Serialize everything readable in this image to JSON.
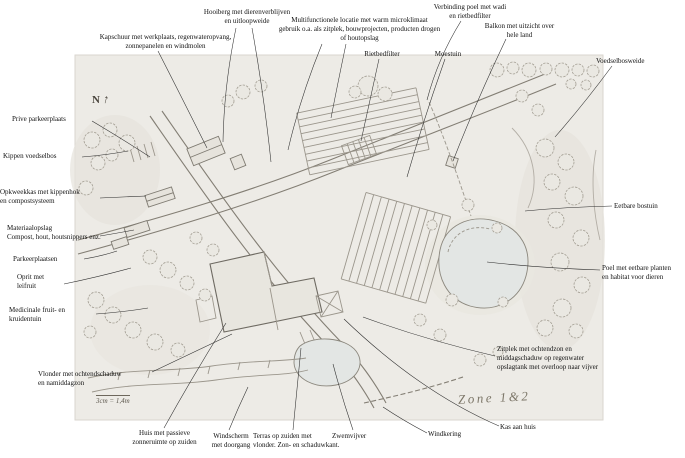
{
  "plan": {
    "north_label": "N",
    "north_arrow": "↑",
    "scale_note": "3cm = 1,4m",
    "zone_note": "Zone 1&2"
  },
  "labels": {
    "hooiberg": "Hooiberg met dierenverblijven\nen uitloopweide",
    "verbinding": "Verbinding poel met wadi\nen rietbedfilter",
    "kapschuur": "Kapschuur met werkplaats, regenwateropvang,\nzonnepanelen en windmolen",
    "multifunctioneel": "Multifunctionele locatie met warm microklimaat\ngebruik o.a. als zitplek, bouwprojecten, producten drogen\nof houtopslag",
    "rietbedfilter": "Rietbedfilter",
    "moestuin": "Moestuin",
    "balkon": "Balkon met uitzicht over\nhele land",
    "voedselbosweide": "Voedselbosweide",
    "prive_parkeerplaats": "Prive parkeerplaats",
    "kippen_voedselbos": "Kippen voedselbos",
    "opkweekkas": "Opkweekkas met kippenhok\nen compostsysteem",
    "materiaalopslag": "Materiaalopslag\nCompost, hout, houtsnippers enz.",
    "parkeerplaatsen": "Parkeerplaatsen",
    "oprit": "Oprit met\nleifruit",
    "medicinale": "Medicinale fruit- en\nkruidentuin",
    "vlonder": "Vlonder met ochtendschaduw\nen namiddagzon",
    "huis": "Huis met passieve\nzonneruimte op zuiden",
    "windscherm": "Windscherm\nmet doorgang",
    "terras": "Terras op zuiden met\nvlonder. Zon- en schaduwkant.",
    "zwemvijver": "Zwemvijver",
    "windkering": "Windkering",
    "kas_aan_huis": "Kas aan huis",
    "zitplek": "Zitplek met ochtendzon en\nmiddagschaduw op regenwater\nopslagtank met overloop naar vijver",
    "poel": "Poel met eetbare planten\nen habitat voor dieren",
    "eetbare_bostuin": "Eetbare bostuin"
  }
}
